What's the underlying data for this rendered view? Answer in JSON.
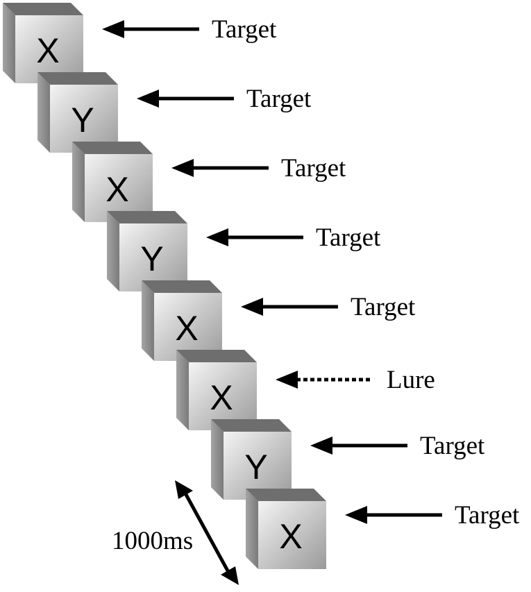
{
  "sequence": [
    {
      "letter": "X",
      "label": "Target",
      "arrow": "solid"
    },
    {
      "letter": "Y",
      "label": "Target",
      "arrow": "solid"
    },
    {
      "letter": "X",
      "label": "Target",
      "arrow": "solid"
    },
    {
      "letter": "Y",
      "label": "Target",
      "arrow": "solid"
    },
    {
      "letter": "X",
      "label": "Target",
      "arrow": "solid"
    },
    {
      "letter": "X",
      "label": "Lure",
      "arrow": "dotted"
    },
    {
      "letter": "Y",
      "label": "Target",
      "arrow": "solid"
    },
    {
      "letter": "X",
      "label": "Target",
      "arrow": "solid"
    }
  ],
  "interval": {
    "label": "1000ms"
  },
  "colors": {
    "cube_front_light": "#f4f4f4",
    "cube_front_dark": "#9a9a9a",
    "cube_side": "#8c8c8c",
    "cube_top": "#6e6e6e",
    "ink": "#000000"
  }
}
